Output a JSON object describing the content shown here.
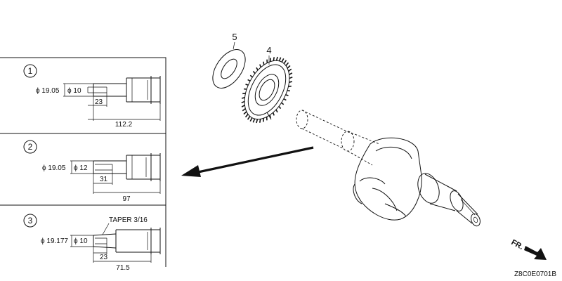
{
  "parts": {
    "washer_label": "5",
    "gear_label": "4"
  },
  "variants": [
    {
      "number": "1",
      "outer_dia": "ϕ 19.05",
      "inner_dia": "ϕ 10",
      "short_len": "23",
      "total_len": "112.2"
    },
    {
      "number": "2",
      "outer_dia": "ϕ 19.05",
      "inner_dia": "ϕ 12",
      "short_len": "31",
      "total_len": "97"
    },
    {
      "number": "3",
      "taper": "TAPER 3/16",
      "outer_dia": "ϕ 19.177",
      "inner_dia": "ϕ 10",
      "short_len": "23",
      "total_len": "71.5"
    }
  ],
  "direction_label": "FR.",
  "diagram_code": "Z8C0E0701B"
}
